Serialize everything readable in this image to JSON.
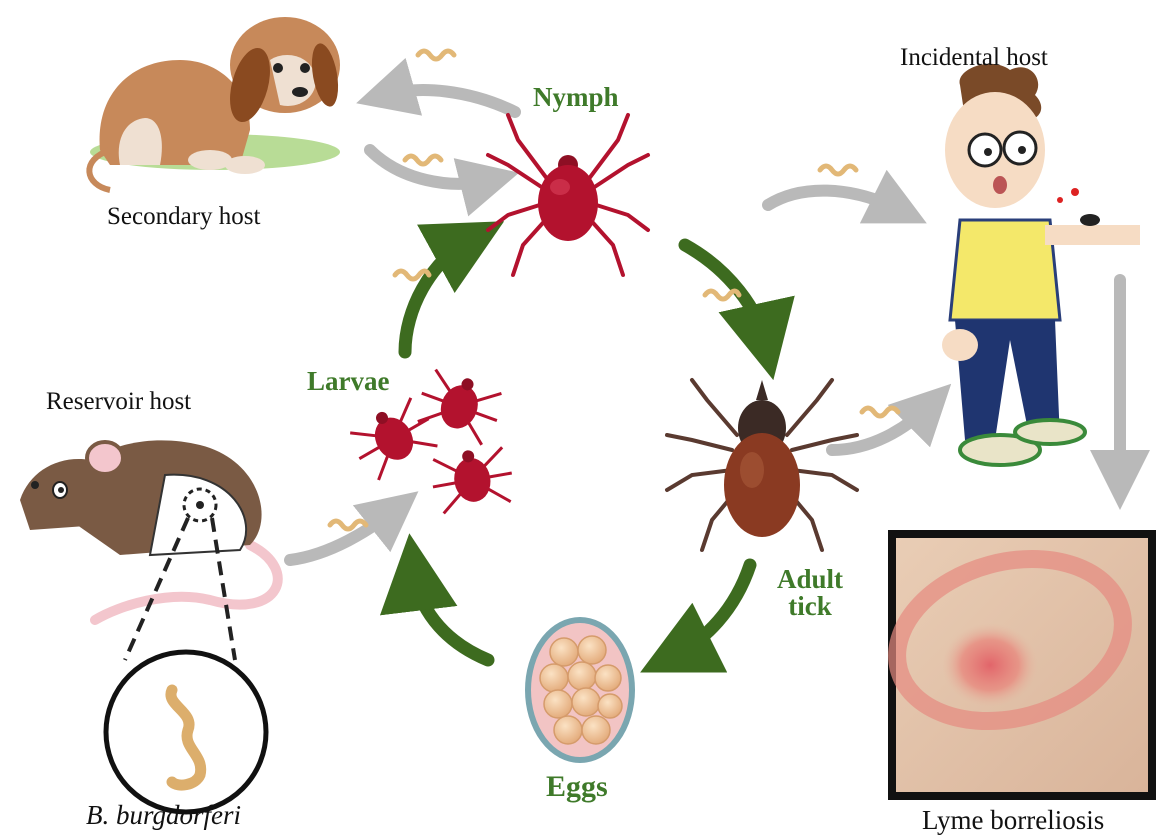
{
  "labels": {
    "nymph": "Nymph",
    "larvae": "Larvae",
    "adult_line1": "Adult",
    "adult_line2": "tick",
    "eggs": "Eggs",
    "secondary_host": "Secondary host",
    "incidental_host": "Incidental host",
    "reservoir_host": "Reservoir host",
    "bacterium": "B. burgdorferi",
    "disease": "Lyme borreliosis"
  },
  "colors": {
    "stage_label": "#3f7a2a",
    "cycle_arrow": "#3d6b1f",
    "transmission_arrow": "#b9b9b9",
    "host_label": "#111111",
    "tick_red": "#b3122e",
    "adult_tick_body": "#8a3a22",
    "spirochete": "#e2b877"
  },
  "icons": {
    "secondary_host": "puppy-icon",
    "incidental_host": "boy-bitten-icon",
    "reservoir_host": "rat-icon",
    "bacterium": "spirochete-icon",
    "nymph": "nymph-tick-icon",
    "larvae": "larvae-tick-icon",
    "adult": "adult-tick-icon",
    "eggs": "eggs-icon",
    "disease": "erythema-migrans-photo"
  }
}
